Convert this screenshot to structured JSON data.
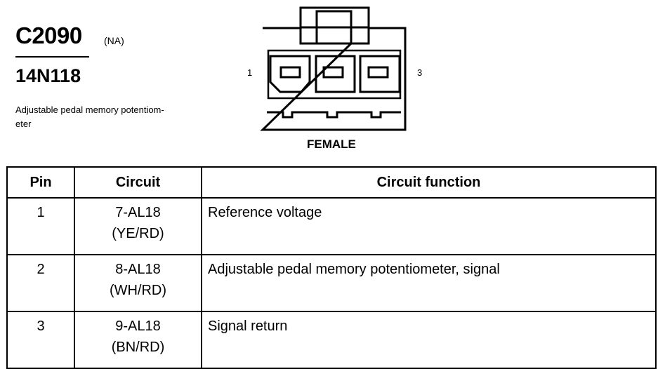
{
  "header": {
    "connector_id": "C2090",
    "region_code": "(NA)",
    "part_number": "14N118",
    "description": "Adjustable pedal memory potentiom-\neter"
  },
  "connector": {
    "pin_left": "1",
    "pin_right": "3",
    "gender": "FEMALE"
  },
  "table": {
    "headers": [
      "Pin",
      "Circuit",
      "Circuit function"
    ],
    "rows": [
      {
        "pin": "1",
        "circuit": "7-AL18",
        "color": "(YE/RD)",
        "function": "Reference voltage"
      },
      {
        "pin": "2",
        "circuit": "8-AL18",
        "color": "(WH/RD)",
        "function": "Adjustable pedal memory potentiometer, signal"
      },
      {
        "pin": "3",
        "circuit": "9-AL18",
        "color": "(BN/RD)",
        "function": "Signal return"
      }
    ]
  }
}
